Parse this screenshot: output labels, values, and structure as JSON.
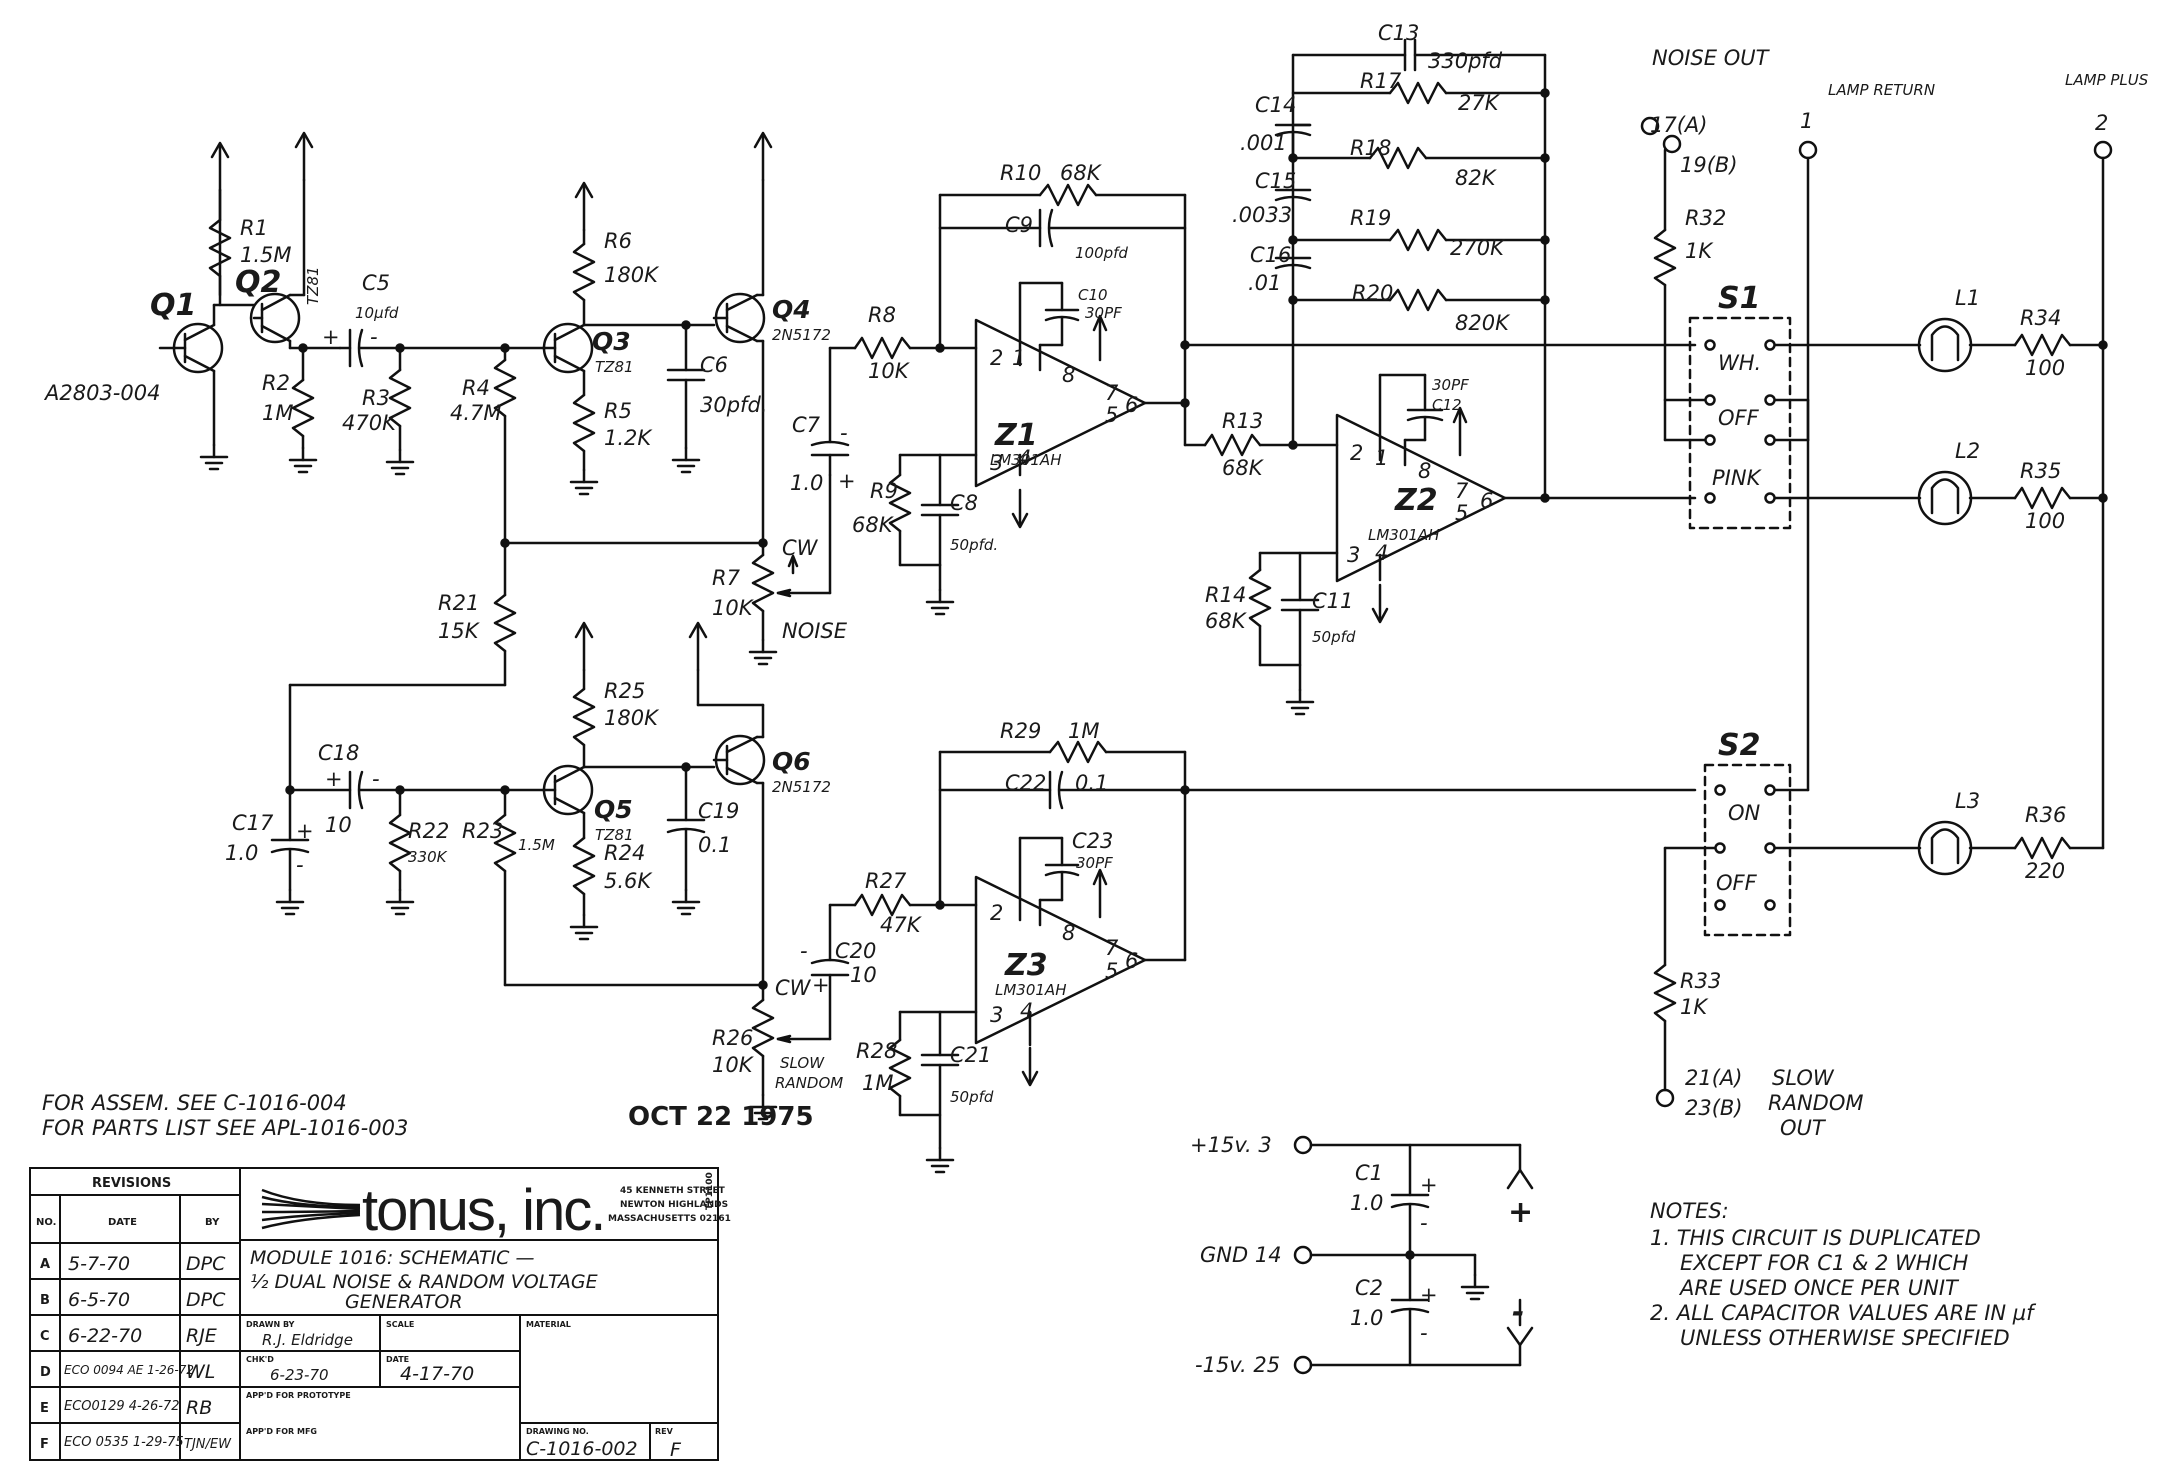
{
  "drawing": {
    "module_line": "MODULE 1016: SCHEMATIC —",
    "title_line": "½ DUAL NOISE & RANDOM VOLTAGE",
    "title_line2": "GENERATOR",
    "drawing_number": "C-1016-002",
    "revision": "F",
    "date_stamp": "OCT 22 1975",
    "side_code": "TP1100"
  },
  "company": {
    "name": "tonus, inc.",
    "street": "45 KENNETH STREET",
    "city": "NEWTON HIGHLANDS",
    "state": "MASSACHUSETTS 02161"
  },
  "title_block": {
    "revisions_header": "REVISIONS",
    "col_no": "NO.",
    "col_date": "DATE",
    "col_by": "BY",
    "rows": [
      {
        "no": "A",
        "date": "5-7-70",
        "by": "DPC"
      },
      {
        "no": "B",
        "date": "6-5-70",
        "by": "DPC"
      },
      {
        "no": "C",
        "date": "6-22-70",
        "by": "RJE"
      },
      {
        "no": "D",
        "date": "ECO 0094 AE 1-26-72",
        "by": "WL"
      },
      {
        "no": "E",
        "date": "ECO0129 4-26-72",
        "by": "RB"
      },
      {
        "no": "F",
        "date": "ECO 0535 1-29-75",
        "by": "TJN/EW"
      }
    ],
    "drawn_by_label": "DRAWN BY",
    "drawn_by": "R.J. Eldridge",
    "scale_label": "SCALE",
    "material_label": "MATERIAL",
    "chkd_label": "CHK'D",
    "chkd": "6-23-70",
    "date_label": "DATE",
    "date": "4-17-70",
    "prototype_label": "APP'D FOR PROTOTYPE",
    "mfg_label": "APP'D FOR MFG",
    "drawing_no_label": "DRAWING NO.",
    "rev_label": "REV"
  },
  "refs": {
    "assembly": "FOR ASSEM. SEE C-1016-004",
    "parts_list": "FOR PARTS LIST SEE APL-1016-003",
    "part_number": "A2803-004"
  },
  "notes": {
    "header": "NOTES:",
    "items": [
      "1. THIS CIRCUIT IS DUPLICATED",
      "EXCEPT FOR C1 & 2 WHICH",
      "ARE USED ONCE PER UNIT",
      "2. ALL CAPACITOR VALUES ARE IN µf",
      "UNLESS OTHERWISE SPECIFIED"
    ]
  },
  "connectors": {
    "noise_out": "NOISE OUT",
    "noise_pins": [
      "17(A)",
      "19(B)"
    ],
    "lamp_return": "LAMP RETURN",
    "lamp_return_pin": "1",
    "lamp_plus": "LAMP PLUS",
    "lamp_plus_pin": "2",
    "slow_random_out": "SLOW RANDOM OUT",
    "slow_pins": [
      "21(A)",
      "23(B)"
    ]
  },
  "power": {
    "plus15": "+15v. 3",
    "gnd": "GND 14",
    "minus15": "-15v. 25",
    "plus_sign": "+",
    "minus_sign": "-"
  },
  "components": {
    "Q1": "Q1",
    "Q2": "Q2",
    "Q2_type": "TZ81",
    "Q3": "Q3",
    "Q3_type": "TZ81",
    "Q4": "Q4",
    "Q4_type": "2N5172",
    "Q5": "Q5",
    "Q5_type": "TZ81",
    "Q6": "Q6",
    "Q6_type": "2N5172",
    "R1": [
      "R1",
      "1.5M"
    ],
    "R2": [
      "R2",
      "1M"
    ],
    "R3": [
      "R3",
      "470K"
    ],
    "R4": [
      "R4",
      "4.7M"
    ],
    "R5": [
      "R5",
      "1.2K"
    ],
    "R6": [
      "R6",
      "180K"
    ],
    "R7": [
      "R7",
      "10K"
    ],
    "R7_wiper": "CW",
    "R7_name": "NOISE",
    "R8": [
      "R8",
      "10K"
    ],
    "R9": [
      "R9",
      "68K"
    ],
    "R10": [
      "R10",
      "68K"
    ],
    "R13": [
      "R13",
      "68K"
    ],
    "R14": [
      "R14",
      "68K"
    ],
    "R17": [
      "R17",
      "27K"
    ],
    "R18": [
      "R18",
      "82K"
    ],
    "R19": [
      "R19",
      "270K"
    ],
    "R20": [
      "R20",
      "820K"
    ],
    "R21": [
      "R21",
      "15K"
    ],
    "R22": [
      "R22",
      "330K"
    ],
    "R23": [
      "R23",
      "1.5M"
    ],
    "R24": [
      "R24",
      "5.6K"
    ],
    "R25": [
      "R25",
      "180K"
    ],
    "R26": [
      "R26",
      "10K"
    ],
    "R26_wiper": "CW",
    "R26_name": "SLOW RANDOM",
    "R27": [
      "R27",
      "47K"
    ],
    "R28": [
      "R28",
      "1M"
    ],
    "R29": [
      "R29",
      "1M"
    ],
    "R32": [
      "R32",
      "1K"
    ],
    "R33": [
      "R33",
      "1K"
    ],
    "R34": [
      "R34",
      "100"
    ],
    "R35": [
      "R35",
      "100"
    ],
    "R36": [
      "R36",
      "220"
    ],
    "C1": [
      "C1",
      "1.0"
    ],
    "C2": [
      "C2",
      "1.0"
    ],
    "C5": [
      "C5",
      "10µfd"
    ],
    "C6": [
      "C6",
      "30pfd."
    ],
    "C7": [
      "C7",
      "1.0"
    ],
    "C8": [
      "C8",
      "50pfd."
    ],
    "C9": [
      "C9",
      "100pfd"
    ],
    "C10": [
      "C10",
      "30PF"
    ],
    "C11": [
      "C11",
      "50pfd"
    ],
    "C12": [
      "C12",
      "30PF"
    ],
    "C13": [
      "C13",
      "330pfd"
    ],
    "C14": [
      "C14",
      ".001"
    ],
    "C15": [
      "C15",
      ".0033"
    ],
    "C16": [
      "C16",
      ".01"
    ],
    "C17": [
      "C17",
      "1.0"
    ],
    "C18": [
      "C18",
      "10"
    ],
    "C19": [
      "C19",
      "0.1"
    ],
    "C20": [
      "C20",
      "10"
    ],
    "C21": [
      "C21",
      "50pfd"
    ],
    "C22": [
      "C22",
      "0.1"
    ],
    "C23": [
      "C23",
      "30PF"
    ],
    "Z1": [
      "Z1",
      "LM301AH"
    ],
    "Z2": [
      "Z2",
      "LM301AH"
    ],
    "Z3": [
      "Z3",
      "LM301AH"
    ],
    "L1": "L1",
    "L2": "L2",
    "L3": "L3",
    "S1": "S1",
    "S1_pos": [
      "WH.",
      "OFF",
      "PINK"
    ],
    "S2": "S2",
    "S2_pos": [
      "ON",
      "OFF"
    ],
    "pin_2": "2",
    "pin_3": "3",
    "pin_4": "4",
    "pin_5": "5",
    "pin_6": "6",
    "pin_7": "7",
    "pin_8": "8",
    "pin_1": "1",
    "plus": "+",
    "minus": "-"
  }
}
